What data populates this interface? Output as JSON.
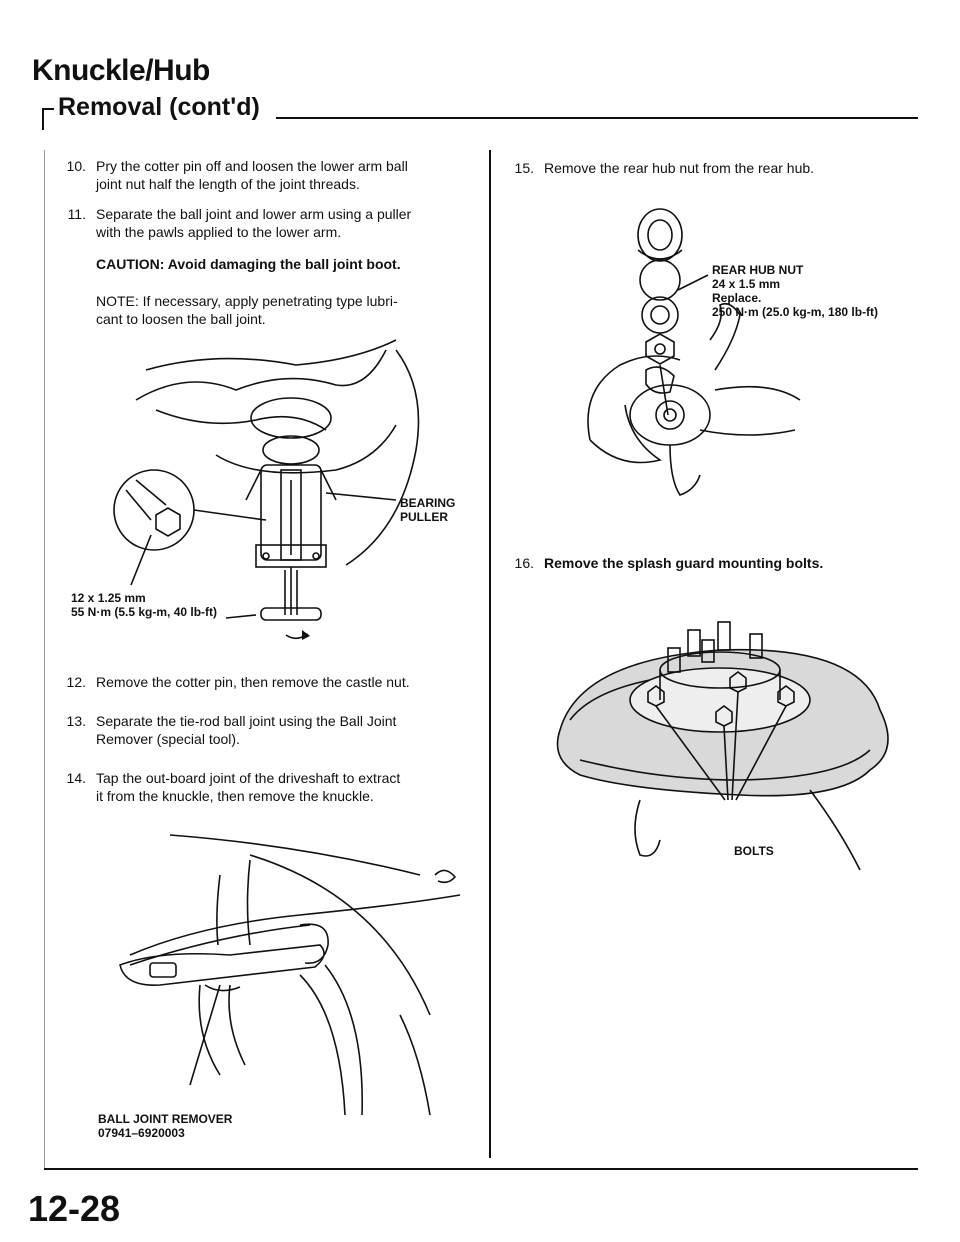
{
  "header": {
    "title": "Knuckle/Hub",
    "section": "Removal (cont'd)"
  },
  "steps": {
    "s10": {
      "num": "10.",
      "line1": "Pry the cotter pin off and loosen the lower arm ball",
      "line2": "joint nut half the length of the joint threads."
    },
    "s11": {
      "num": "11.",
      "line1": "Separate the ball joint and lower arm using a puller",
      "line2": "with the pawls applied to the lower arm."
    },
    "caution": "CAUTION: Avoid damaging the ball joint boot.",
    "note1": "NOTE: If necessary, apply penetrating type lubri-",
    "note2": "cant to loosen the ball joint.",
    "s12": {
      "num": "12.",
      "line1": "Remove the cotter pin, then remove the castle nut."
    },
    "s13": {
      "num": "13.",
      "line1": "Separate the tie-rod ball joint using the Ball Joint",
      "line2": "Remover (special tool)."
    },
    "s14": {
      "num": "14.",
      "line1": "Tap the out-board joint of the driveshaft to extract",
      "line2": "it from the knuckle, then remove the knuckle."
    },
    "s15": {
      "num": "15.",
      "line1": "Remove the rear hub nut from the rear hub."
    },
    "s16": {
      "num": "16.",
      "line1": "Remove the splash guard mounting bolts."
    }
  },
  "labels": {
    "bearing_puller_1": "BEARING",
    "bearing_puller_2": "PULLER",
    "nut_size": "12 x 1.25 mm",
    "nut_torque": "55 N·m (5.5 kg-m, 40 lb-ft)",
    "ball_joint_remover": "BALL JOINT REMOVER",
    "ball_joint_part_no": "07941–6920003",
    "rear_hub_nut": "REAR HUB NUT",
    "hub_nut_size": "24 x 1.5 mm",
    "hub_nut_replace": "Replace.",
    "hub_nut_torque": "250 N·m (25.0 kg-m, 180 lb-ft)",
    "bolts": "BOLTS"
  },
  "footer": {
    "page": "12-28"
  }
}
